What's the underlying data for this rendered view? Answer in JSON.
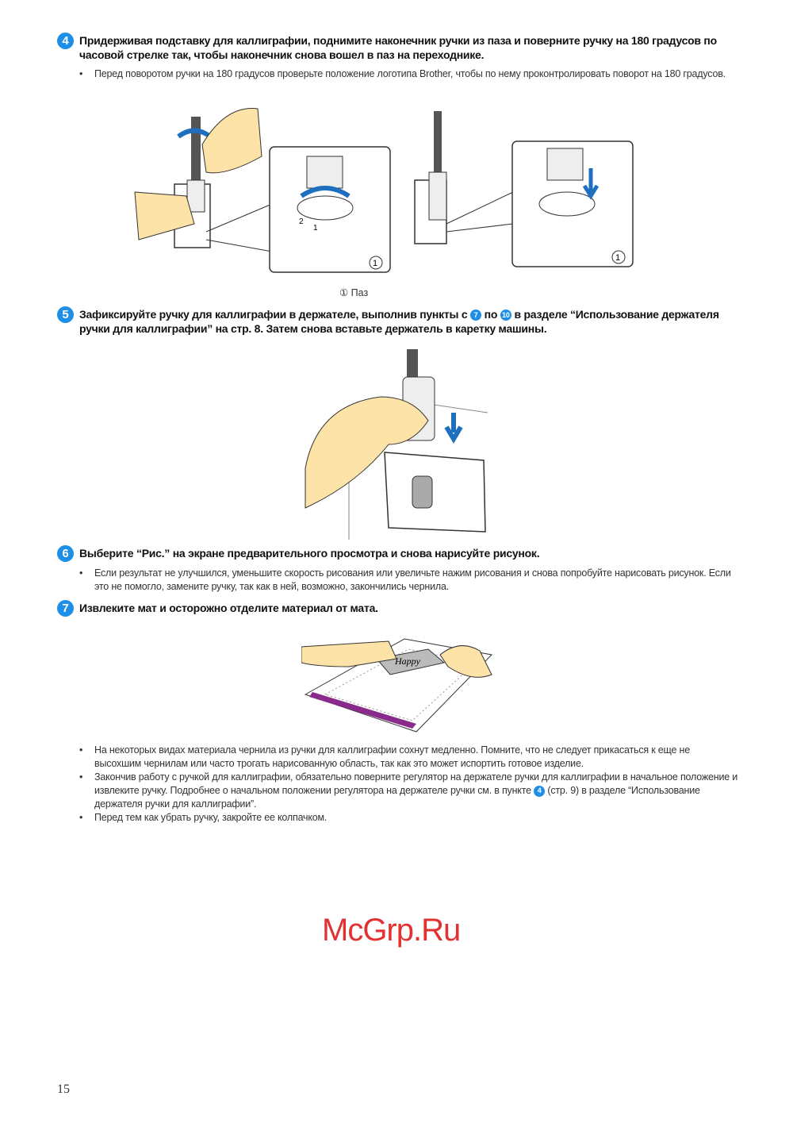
{
  "steps": [
    {
      "num": "4",
      "heading": "Придерживая подставку для каллиграфии, поднимите наконечник ручки из паза и поверните ручку на 180 градусов по часовой стрелке так, чтобы наконечник снова вошел в паз на переходнике.",
      "bullets": [
        "Перед поворотом ручки на 180 градусов проверьте положение логотипа Brother, чтобы по нему проконтролировать поворот на 180 градусов."
      ]
    },
    {
      "num": "5",
      "heading_parts": [
        "Зафиксируйте ручку для каллиграфии в держателе, выполнив пункты с ",
        "7",
        " по ",
        "10",
        " в разделе “Использование держателя ручки для каллиграфии” на стр. 8. Затем снова вставьте держатель в каретку машины."
      ]
    },
    {
      "num": "6",
      "heading": "Выберите “Рис.” на экране предварительного просмотра и снова нарисуйте рисунок.",
      "bullets": [
        "Если результат не улучшился, уменьшите скорость рисования или увеличьте нажим рисования и снова попробуйте нарисовать рисунок. Если это не помогло, замените ручку, так как в ней, возможно, закончились чернила."
      ]
    },
    {
      "num": "7",
      "heading": "Извлеките мат и осторожно отделите материал от мата."
    }
  ],
  "figure1": {
    "caption": "① Паз",
    "callout": "1",
    "dial_labels": [
      "2",
      "1"
    ]
  },
  "figure3": {
    "mat_text": "Happy"
  },
  "notes": [
    "На некоторых видах материала чернила из ручки для каллиграфии сохнут медленно. Помните, что не следует прикасаться к еще не высохшим чернилам или часто трогать нарисованную область, так как это может испортить готовое изделие.",
    {
      "parts": [
        "Закончив работу с ручкой для каллиграфии, обязательно поверните регулятор на держателе ручки для каллиграфии в начальное положение и извлеките ручку. Подробнее о начальном положении регулятора на держателе ручки см. в пункте ",
        "4",
        " (стр. 9) в разделе “Использование держателя ручки для каллиграфии”."
      ]
    },
    "Перед тем как убрать ручку, закройте ее колпачком."
  ],
  "watermark": "McGrp.Ru",
  "page_number": "15",
  "colors": {
    "accent": "#1e8fe6",
    "hand": "#fde3a8",
    "arrow": "#1e6fc0",
    "mat_stripe": "#8a2a8a"
  }
}
